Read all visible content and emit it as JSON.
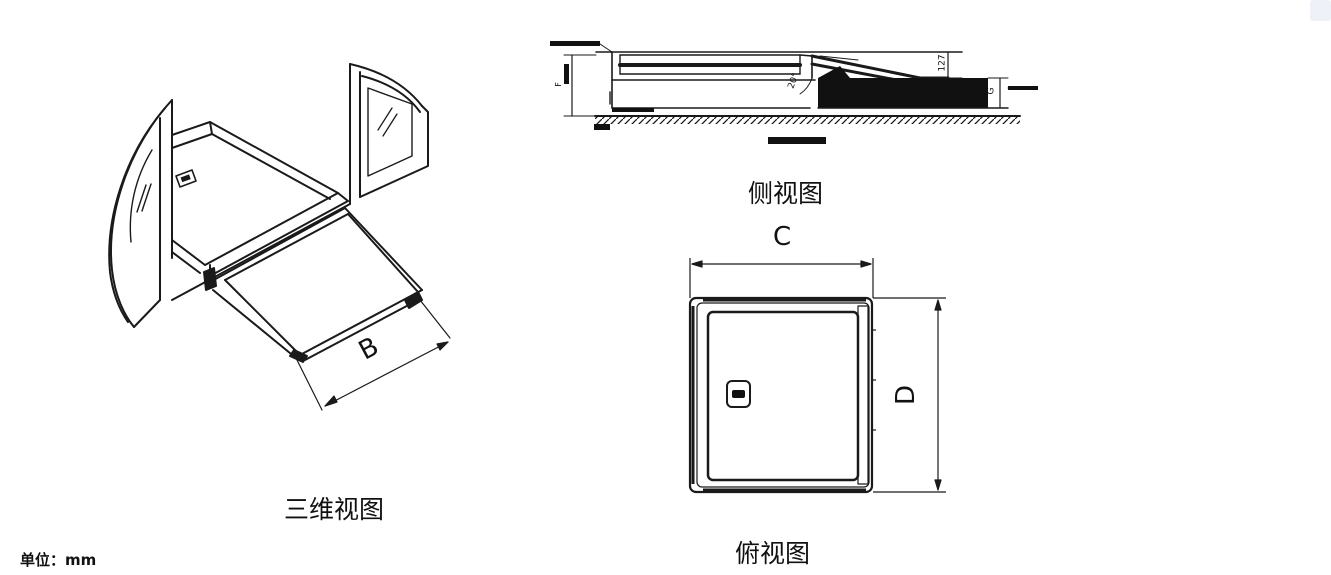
{
  "captions": {
    "iso_view": "三维视图",
    "side_view": "侧视图",
    "top_view": "俯视图"
  },
  "unit_label": "单位：mm",
  "dimensions": {
    "b": "B",
    "c": "C",
    "d": "D",
    "f": "F",
    "g": "G",
    "height_127": "127",
    "angle_20": "20°"
  },
  "colors": {
    "line": "#1a1a1a",
    "fill": "#111111",
    "background": "#ffffff"
  }
}
